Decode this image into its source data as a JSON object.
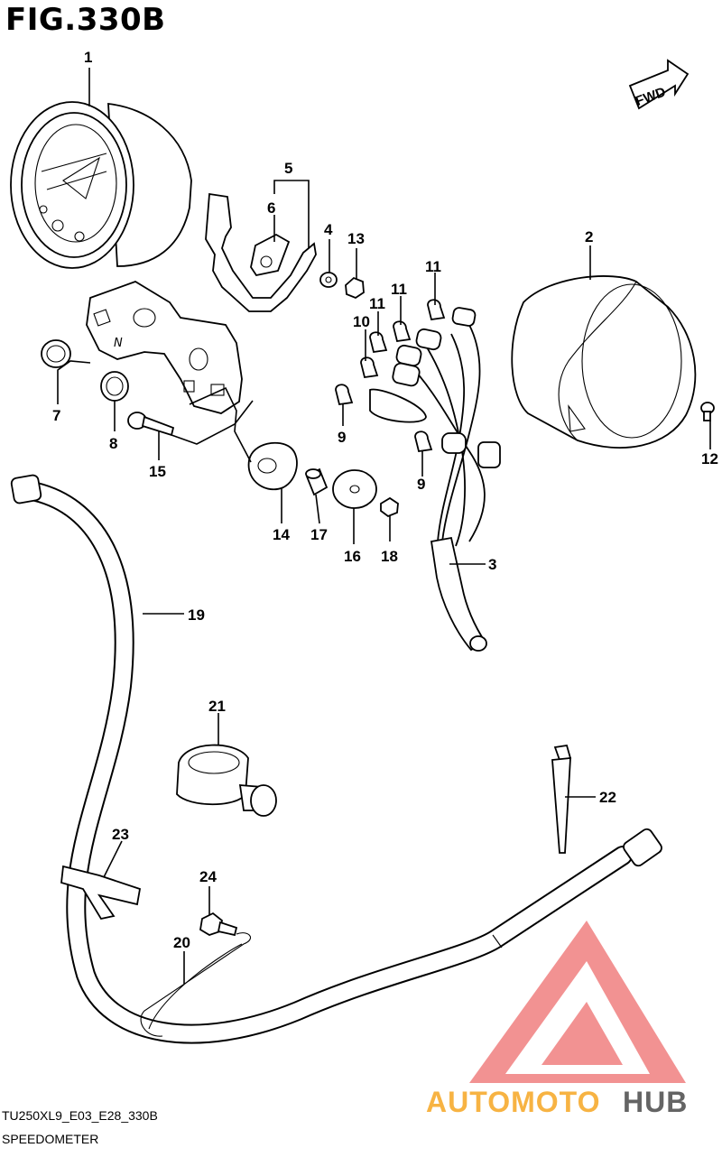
{
  "figure": {
    "title": "FIG.330B"
  },
  "footer": {
    "code": "TU250XL9_E03_E28_330B",
    "name": "SPEEDOMETER"
  },
  "direction_arrow": {
    "label": "FWD"
  },
  "callouts": [
    "1",
    "2",
    "3",
    "4",
    "5",
    "6",
    "7",
    "8",
    "9",
    "9",
    "10",
    "11",
    "11",
    "11",
    "12",
    "13",
    "14",
    "15",
    "16",
    "17",
    "18",
    "19",
    "20",
    "21",
    "22",
    "23",
    "24"
  ],
  "watermark": {
    "text_a": "AUTOMOTO",
    "text_b": "HUB",
    "color_a": "#f6a623",
    "color_b": "#4a4a4a",
    "triangle_color": "#f08080"
  },
  "colors": {
    "line": "#000000",
    "background": "#ffffff"
  }
}
